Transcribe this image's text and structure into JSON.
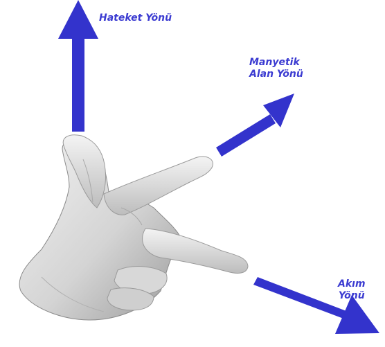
{
  "labels": {
    "motion": "Hateket Yönü",
    "field_line1": "Manyetik",
    "field_line2": "Alan Yönü",
    "current_line1": "Akım",
    "current_line2": "Yönü"
  },
  "colors": {
    "arrow": "#3333cc",
    "label": "#3b3bd1",
    "skin": "#d9d9d9"
  },
  "icons": {
    "hand": "left-hand-rule-hand",
    "arrows": [
      "arrow-up",
      "arrow-up-right",
      "arrow-down-right"
    ]
  }
}
